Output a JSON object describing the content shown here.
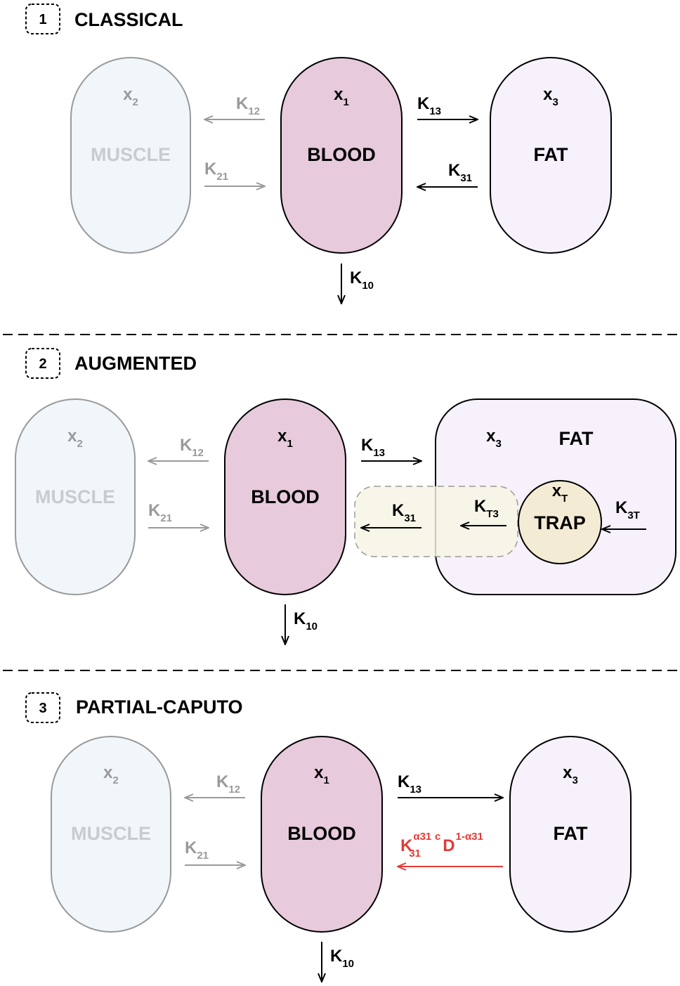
{
  "sections": [
    {
      "number": "1",
      "title": "CLASSICAL"
    },
    {
      "number": "2",
      "title": "AUGMENTED"
    },
    {
      "number": "3",
      "title": "PARTIAL-CAPUTO"
    }
  ],
  "compartments": {
    "muscle": {
      "label": "MUSCLE",
      "var": "x",
      "var_sub": "2"
    },
    "blood": {
      "label": "BLOOD",
      "var": "x",
      "var_sub": "1"
    },
    "fat": {
      "label": "FAT",
      "var": "x",
      "var_sub": "3"
    },
    "trap": {
      "label": "TRAP",
      "var": "x",
      "var_sub": "T"
    }
  },
  "rates": {
    "k12": {
      "main": "K",
      "sub": "12"
    },
    "k21": {
      "main": "K",
      "sub": "21"
    },
    "k13": {
      "main": "K",
      "sub": "13"
    },
    "k31": {
      "main": "K",
      "sub": "31"
    },
    "k10": {
      "main": "K",
      "sub": "10"
    },
    "kt3": {
      "main": "K",
      "sub": "T3"
    },
    "k3t": {
      "main": "K",
      "sub": "3T"
    }
  },
  "caputo_rate": {
    "k": "K",
    "k_sub": "31",
    "k_sup": "α31",
    "c": "c",
    "d": "D",
    "d_sup": "1-α31"
  },
  "colors": {
    "muscle_fill": "#f1f6fb",
    "muscle_stroke": "#9a9a9a",
    "blood_fill": "#e7cadb",
    "fat_fill": "#f6f1fa",
    "trap_fill": "#f4ebd4",
    "highlight_fill": "#f7f4e4",
    "caputo_red": "#e23b36"
  }
}
